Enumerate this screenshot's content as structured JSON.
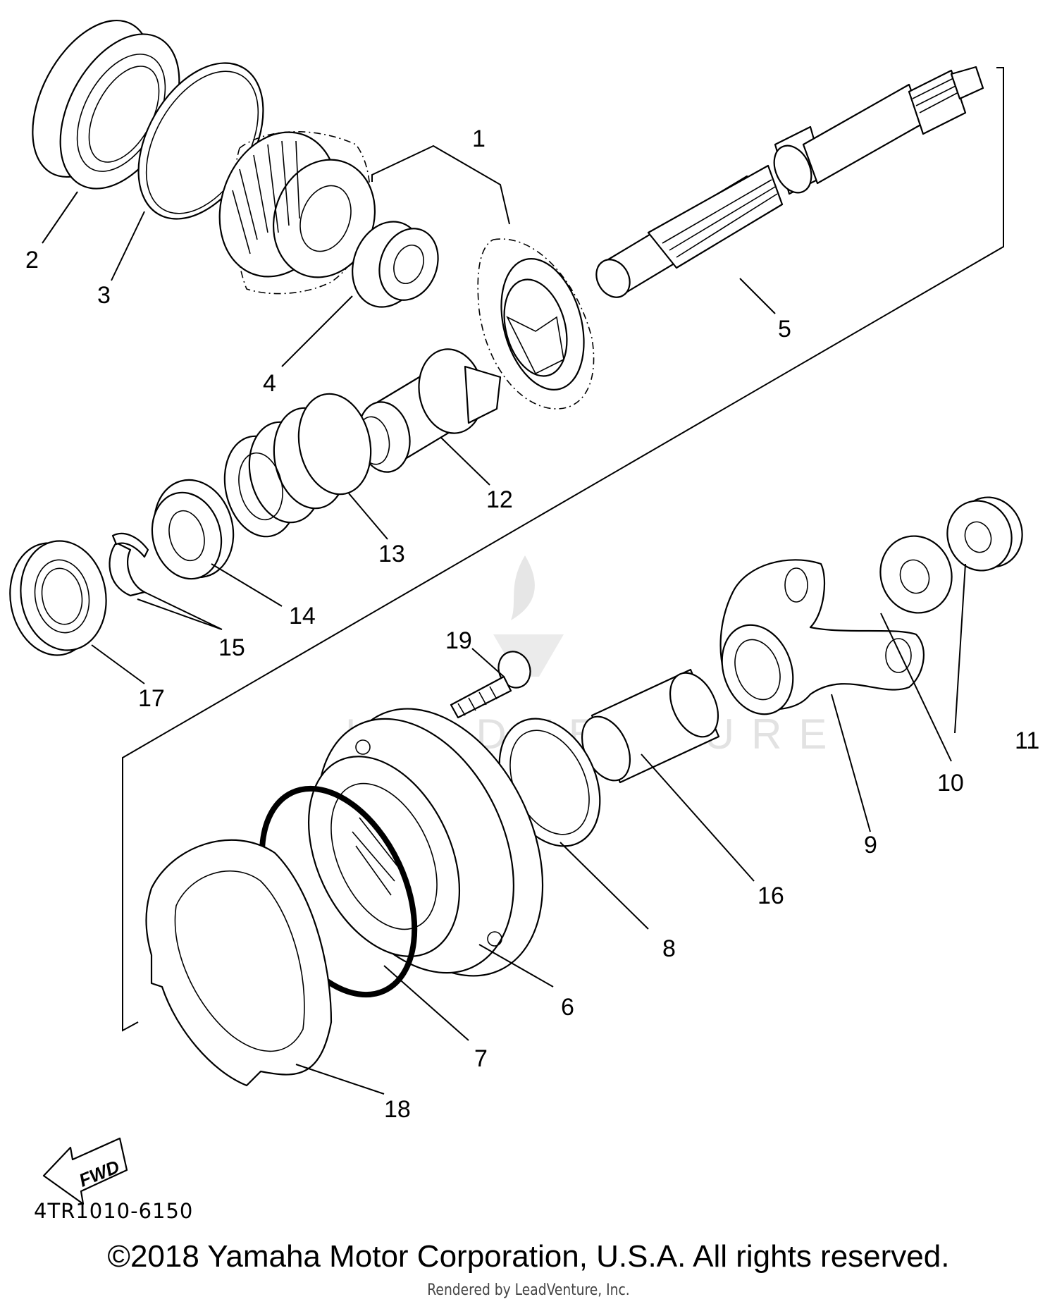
{
  "diagram": {
    "callouts": [
      {
        "id": "1",
        "label": "1"
      },
      {
        "id": "2",
        "label": "2"
      },
      {
        "id": "3",
        "label": "3"
      },
      {
        "id": "4",
        "label": "4"
      },
      {
        "id": "5",
        "label": "5"
      },
      {
        "id": "6",
        "label": "6"
      },
      {
        "id": "7",
        "label": "7"
      },
      {
        "id": "8",
        "label": "8"
      },
      {
        "id": "9",
        "label": "9"
      },
      {
        "id": "10",
        "label": "10"
      },
      {
        "id": "11",
        "label": "11"
      },
      {
        "id": "12",
        "label": "12"
      },
      {
        "id": "13",
        "label": "13"
      },
      {
        "id": "14",
        "label": "14"
      },
      {
        "id": "15",
        "label": "15"
      },
      {
        "id": "16",
        "label": "16"
      },
      {
        "id": "17",
        "label": "17"
      },
      {
        "id": "18",
        "label": "18"
      },
      {
        "id": "19",
        "label": "19"
      }
    ],
    "fwd_label": "FWD",
    "watermark_text": "LEADVENTURE"
  },
  "footer": {
    "ref_code": "4TR1010-6150",
    "copyright": "©2018 Yamaha Motor Corporation, U.S.A. All rights reserved.",
    "rendered_by": "Rendered by LeadVenture, Inc."
  },
  "colors": {
    "line": "#000000",
    "background": "#ffffff",
    "watermark": "#e6e6e6"
  }
}
